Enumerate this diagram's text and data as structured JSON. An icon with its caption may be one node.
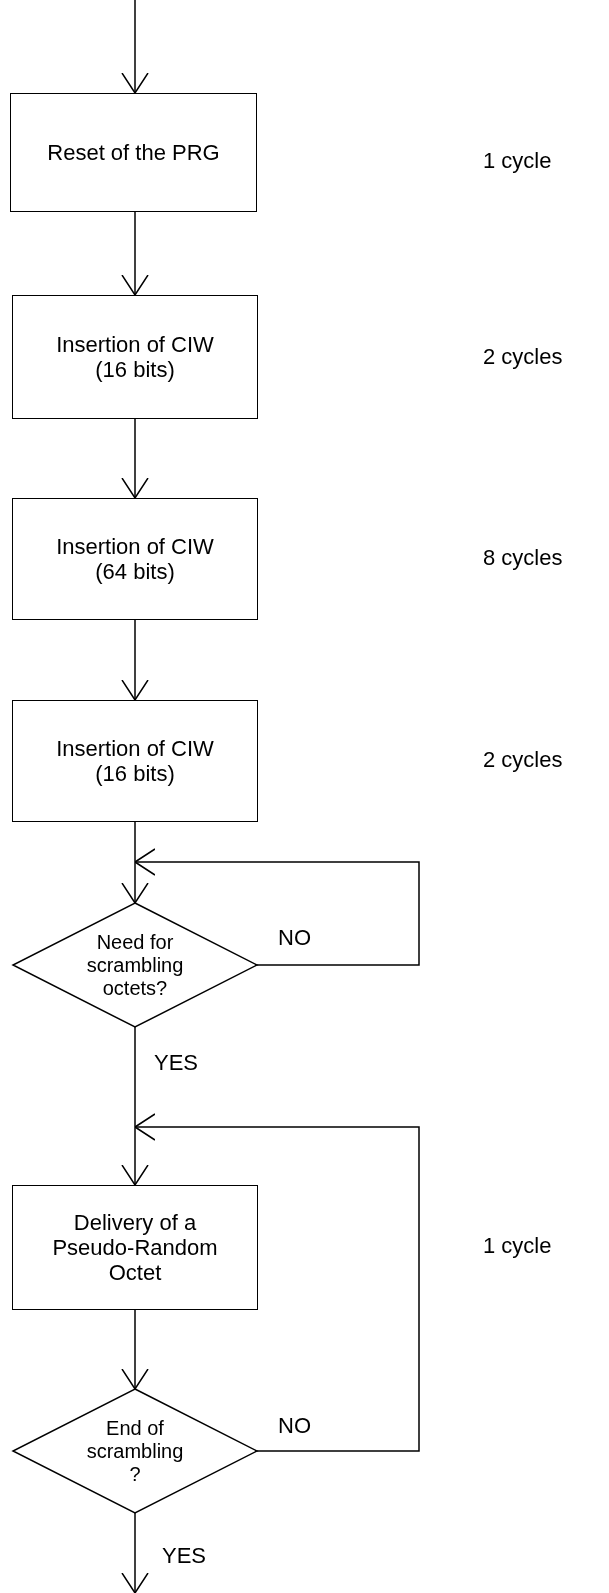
{
  "diagram": {
    "nodes": [
      {
        "text": [
          "Reset of the PRG"
        ]
      },
      {
        "text": [
          "Insertion of CIW (16 bits)"
        ]
      },
      {
        "text": [
          "Insertion of CIW (64 bits)"
        ]
      },
      {
        "text": [
          "Insertion of CIW (16 bits)"
        ]
      },
      {
        "text": [
          "Need for scrambling octets?"
        ]
      },
      {
        "text": [
          "Delivery of a Pseudo-Random Octet"
        ]
      },
      {
        "text": [
          "End of scrambling ?"
        ]
      }
    ],
    "edges": [
      {
        "from": null,
        "to": 0,
        "arrow": "to"
      },
      {
        "from": 0,
        "to": 1,
        "arrow": "to"
      },
      {
        "from": 1,
        "to": 2,
        "arrow": "to"
      },
      {
        "from": 2,
        "to": 3,
        "arrow": "to"
      },
      {
        "from": 3,
        "to": 4,
        "arrow": "to"
      },
      {
        "from": 4,
        "to": 4,
        "arrow": "to",
        "label": "NO"
      },
      {
        "from": 4,
        "to": 5,
        "arrow": "to",
        "label": "YES"
      },
      {
        "from": 5,
        "to": 6,
        "arrow": "to"
      },
      {
        "from": 6,
        "to": 5,
        "arrow": "to",
        "label": "NO"
      },
      {
        "from": 6,
        "to": null,
        "arrow": "to",
        "label": "YES"
      }
    ],
    "labels": [
      "1 cycle",
      "2 cycles",
      "8 cycles",
      "2 cycles",
      "1 cycle"
    ]
  }
}
